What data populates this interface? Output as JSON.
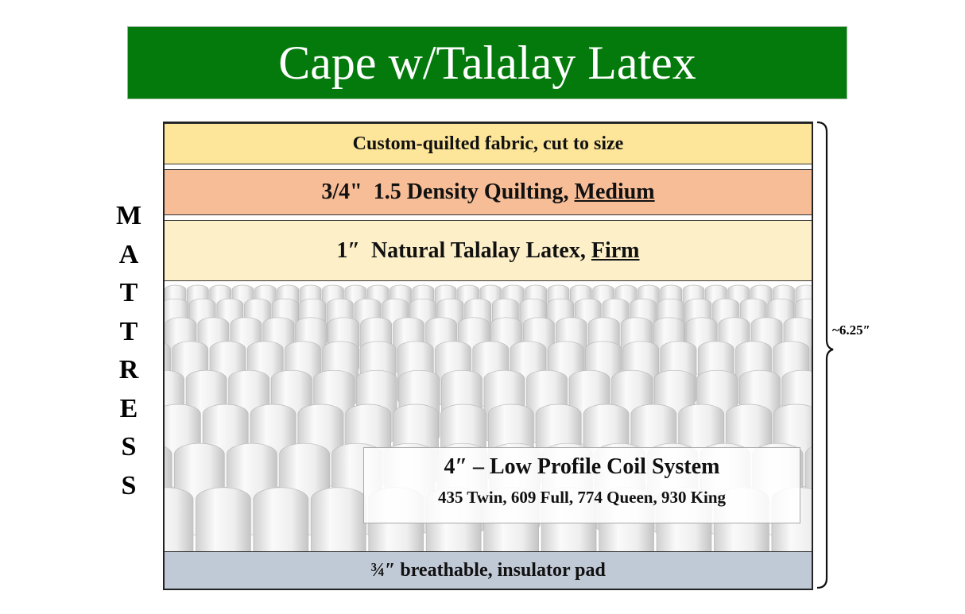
{
  "title": "Cape w/Talalay Latex",
  "side_label": [
    "M",
    "A",
    "T",
    "T",
    "R",
    "E",
    "S",
    "S"
  ],
  "height_label": "~6.25″",
  "layers": {
    "fabric": {
      "text": "Custom-quilted fabric, cut to size",
      "color": "#fde69a"
    },
    "quilting": {
      "text": "3/4\"  1.5 Density Quilting, ",
      "firmness": "Medium",
      "color": "#f6bd97"
    },
    "latex": {
      "text": "1″  Natural Talalay Latex, ",
      "firmness": "Firm",
      "color": "#fdf0c8"
    },
    "coil": {
      "title": "4″ – Low Profile Coil System",
      "counts": "435 Twin, 609 Full, 774 Queen, 930 King"
    },
    "pad": {
      "text": "¾″ breathable, insulator pad",
      "color": "#c0c9d6"
    }
  },
  "colors": {
    "title_bg": "#037a0b"
  }
}
